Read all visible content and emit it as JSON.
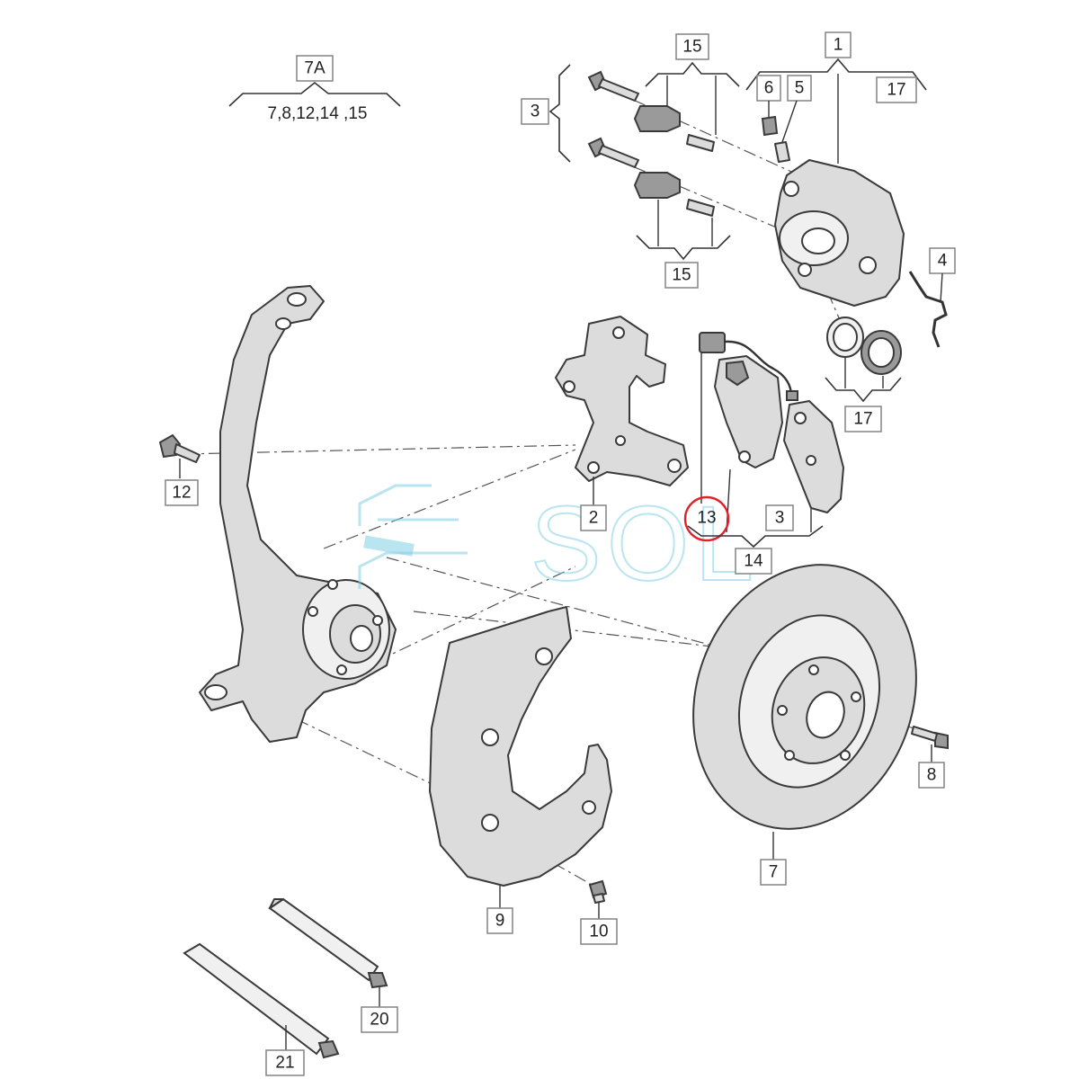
{
  "diagram": {
    "group_7a": {
      "label": "7A",
      "members": "7,8,12,14 ,15"
    },
    "callouts": {
      "c1": "1",
      "c2": "2",
      "c3_top": "3",
      "c3_pad": "3",
      "c4": "4",
      "c5": "5",
      "c6": "6",
      "c7": "7",
      "c8": "8",
      "c9": "9",
      "c10": "10",
      "c12": "12",
      "c13": "13",
      "c14": "14",
      "c15_top": "15",
      "c15_bottom": "15",
      "c17_top": "17",
      "c17_bottom": "17",
      "c20": "20",
      "c21": "21"
    },
    "highlighted_callout": "13",
    "watermark": "SOL",
    "colors": {
      "highlight": "#e0202a",
      "watermark": "#7fd0e6",
      "part_fill": "#dcdcdc",
      "outline": "#3a3a3a"
    }
  }
}
